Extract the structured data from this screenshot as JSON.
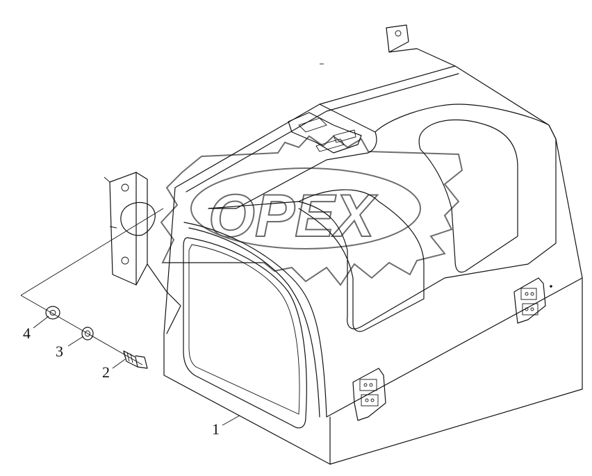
{
  "watermark": {
    "text": "OPEX",
    "icon": "gear-logo-icon"
  },
  "callouts": [
    {
      "id": "1",
      "label": "1"
    },
    {
      "id": "2",
      "label": "2"
    },
    {
      "id": "3",
      "label": "3"
    },
    {
      "id": "4",
      "label": "4"
    }
  ]
}
